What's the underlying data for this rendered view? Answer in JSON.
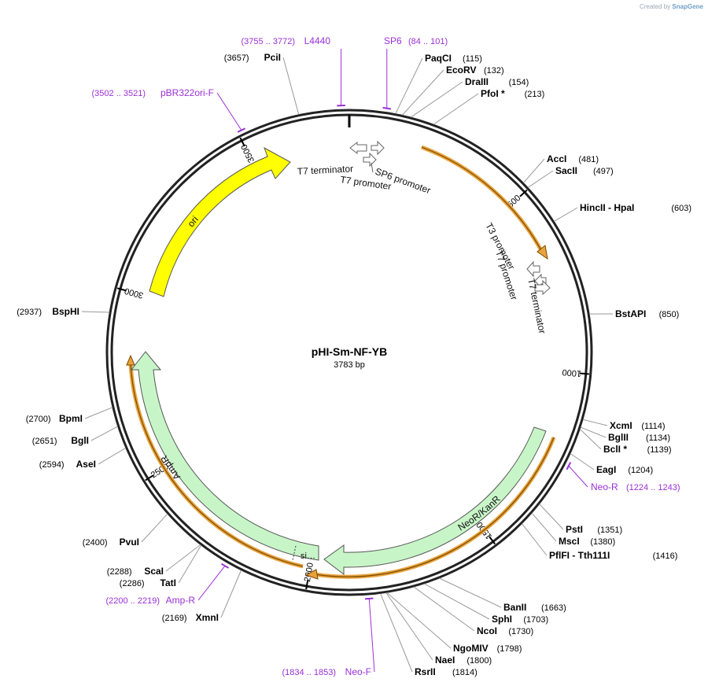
{
  "credit": {
    "prefix": "Created by",
    "brand": "SnapGene"
  },
  "plasmid": {
    "name": "pHI-Sm-NF-YB",
    "length_label": "3783 bp",
    "length": 3783
  },
  "colors": {
    "primer": "#9b30d6",
    "ori": "#ffff00",
    "resistance": "#c8f5c8",
    "orf": "#e8a33d",
    "line": "#888888"
  },
  "ticks": [
    {
      "label": "500",
      "bp": 500
    },
    {
      "label": "1000",
      "bp": 1000
    },
    {
      "label": "1500",
      "bp": 1500
    },
    {
      "label": "2000",
      "bp": 2000
    },
    {
      "label": "2500",
      "bp": 2500
    },
    {
      "label": "3000",
      "bp": 3000
    },
    {
      "label": "3500",
      "bp": 3500
    }
  ],
  "features": [
    {
      "name": "ori",
      "type": "ori"
    },
    {
      "name": "AmpR",
      "type": "resistance"
    },
    {
      "name": "si…",
      "type": "signal"
    },
    {
      "name": "NeoR/KanR",
      "type": "resistance"
    },
    {
      "name": "T7 terminator",
      "type": "terminator"
    },
    {
      "name": "SP6 promoter",
      "type": "promoter"
    },
    {
      "name": "T7 promoter",
      "type": "promoter"
    },
    {
      "name": "T3 promoter",
      "type": "promoter"
    },
    {
      "name": "T7 promoter",
      "type": "promoter"
    },
    {
      "name": "T7 terminator",
      "type": "terminator"
    }
  ],
  "enzymes": [
    {
      "name": "PaqCI",
      "pos": "(115)"
    },
    {
      "name": "EcoRV",
      "pos": "(132)"
    },
    {
      "name": "DraIII",
      "pos": "(154)"
    },
    {
      "name": "PfoI *",
      "pos": "(213)"
    },
    {
      "name": "AccI",
      "pos": "(481)"
    },
    {
      "name": "SacII",
      "pos": "(497)"
    },
    {
      "name": "HincII",
      "sep": "-",
      "name2": "HpaI",
      "pos": "(603)"
    },
    {
      "name": "BstAPI",
      "pos": "(850)"
    },
    {
      "name": "XcmI",
      "pos": "(1114)"
    },
    {
      "name": "BglII",
      "pos": "(1134)"
    },
    {
      "name": "BclI *",
      "pos": "(1139)"
    },
    {
      "name": "EagI",
      "pos": "(1204)"
    },
    {
      "name": "PstI",
      "pos": "(1351)"
    },
    {
      "name": "MscI",
      "pos": "(1380)"
    },
    {
      "name": "PflFI",
      "sep": "-",
      "name2": "Tth111I",
      "pos": "(1416)"
    },
    {
      "name": "BanII",
      "pos": "(1663)"
    },
    {
      "name": "SphI",
      "pos": "(1703)"
    },
    {
      "name": "NcoI",
      "pos": "(1730)"
    },
    {
      "name": "NgoMIV",
      "pos": "(1798)"
    },
    {
      "name": "NaeI",
      "pos": "(1800)"
    },
    {
      "name": "RsrII",
      "pos": "(1814)"
    },
    {
      "name": "XmnI",
      "pos": "(2169)"
    },
    {
      "name": "TatI",
      "pos": "(2286)"
    },
    {
      "name": "ScaI",
      "pos": "(2288)"
    },
    {
      "name": "PvuI",
      "pos": "(2400)"
    },
    {
      "name": "AseI",
      "pos": "(2594)"
    },
    {
      "name": "BglI",
      "pos": "(2651)"
    },
    {
      "name": "BpmI",
      "pos": "(2700)"
    },
    {
      "name": "BspHI",
      "pos": "(2937)"
    },
    {
      "name": "PciI",
      "pos": "(3657)"
    }
  ],
  "primers": [
    {
      "name": "L4440",
      "pos": "(3755 .. 3772)"
    },
    {
      "name": "SP6",
      "pos": "(84 .. 101)"
    },
    {
      "name": "pBR322ori-F",
      "pos": "(3502 .. 3521)"
    },
    {
      "name": "Neo-R",
      "pos": "(1224 .. 1243)"
    },
    {
      "name": "Amp-R",
      "pos": "(2200 .. 2219)"
    },
    {
      "name": "Neo-F",
      "pos": "(1834 .. 1853)"
    }
  ]
}
